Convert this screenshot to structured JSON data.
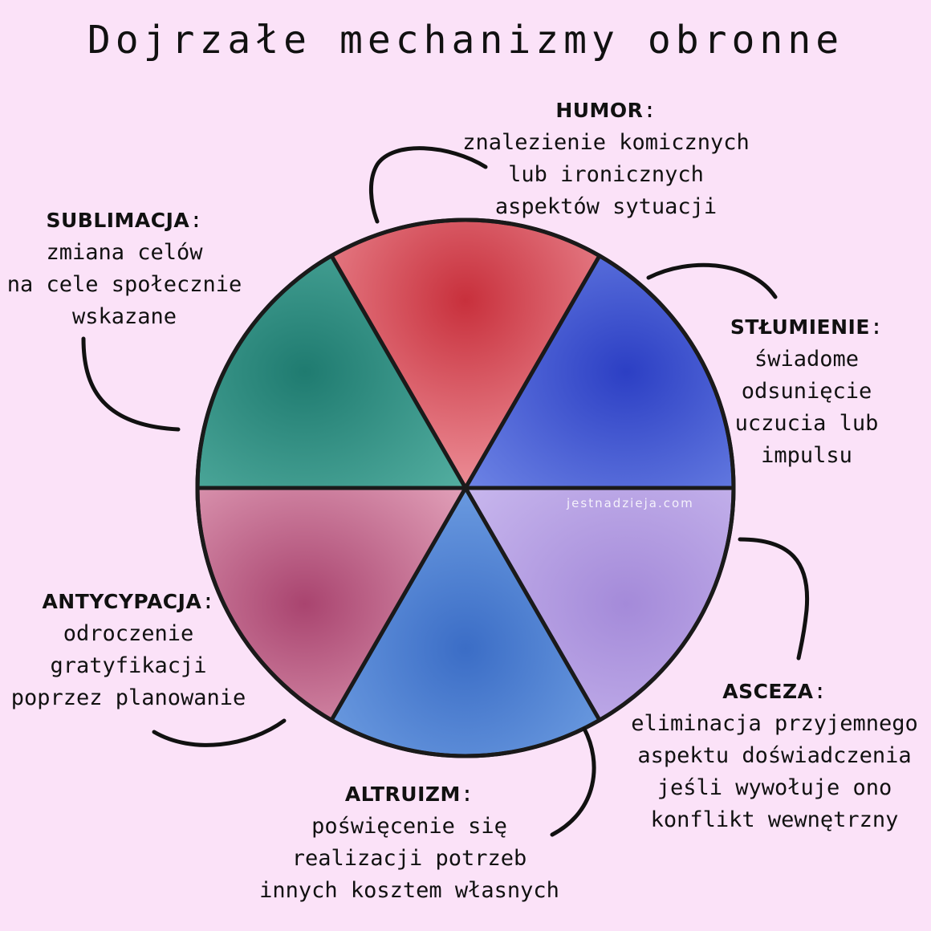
{
  "title": "Dojrzałe mechanizmy obronne",
  "watermark": "jestnadzieja.com",
  "colors": {
    "background": "#fbe2f8",
    "humor": "#e47a84",
    "stlumienie": "#3f56cf",
    "asceza": "#b39ce3",
    "altruizm": "#4f7fd0",
    "antycypacja": "#c2708f",
    "sublimacja": "#2f8f82",
    "outline": "#1a1a1a"
  },
  "mechanisms": [
    {
      "id": "humor",
      "name": "HUMOR",
      "suffix": ":",
      "description": "znalezienie komicznych\nlub ironicznych\naspektów sytuacji"
    },
    {
      "id": "stlumienie",
      "name": "STŁUMIENIE",
      "suffix": ":",
      "description": "świadome\nodsunięcie\nuczucia lub\nimpulsu"
    },
    {
      "id": "asceza",
      "name": "ASCEZA",
      "suffix": ":",
      "description": "eliminacja przyjemnego\naspektu doświadczenia\njeśli wywołuje ono\nkonflikt wewnętrzny"
    },
    {
      "id": "altruizm",
      "name": "ALTRUIZM",
      "suffix": ":",
      "description": "poświęcenie się\nrealizacji potrzeb\ninnych kosztem własnych"
    },
    {
      "id": "antycypacja",
      "name": "ANTYCYPACJA",
      "suffix": ":",
      "description": "odroczenie\ngratyfikacji\npoprzez planowanie"
    },
    {
      "id": "sublimacja",
      "name": "SUBLIMACJA",
      "suffix": ":",
      "description": "zmiana celów\nna cele społecznie\nwskazane"
    }
  ]
}
